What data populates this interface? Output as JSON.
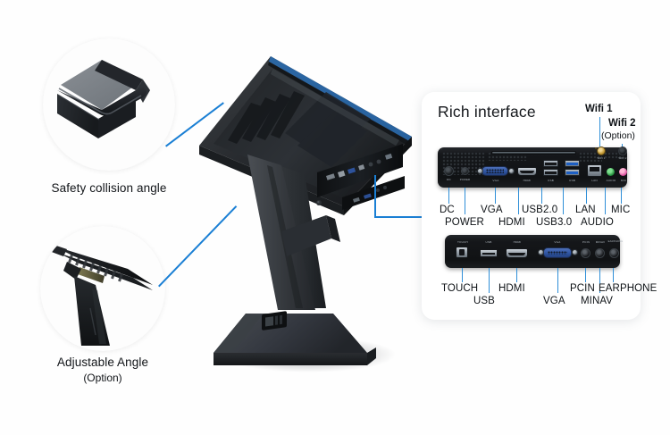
{
  "accent_color": "#1a7fd4",
  "panel_color": "#16181b",
  "callouts": [
    {
      "label": "Safety collision angle",
      "sublabel": "",
      "icon": "corner-bumper-photo"
    },
    {
      "label": "Adjustable Angle",
      "sublabel": "(Option)",
      "icon": "hinge-bracket-photo"
    }
  ],
  "interface_card": {
    "title": "Rich interface",
    "wifi": [
      {
        "label": "Wifi 1",
        "sublabel": ""
      },
      {
        "label": "Wifi 2",
        "sublabel": "(Option)"
      }
    ],
    "panels": [
      {
        "name": "main-io-panel",
        "silkscreen": [
          "DC",
          "POWER",
          "VGA",
          "HDMI",
          "USB",
          "USB",
          "LAN",
          "AUDIO",
          "MIC",
          "WIFI 1",
          "WIFI 2"
        ],
        "labels_row1": [
          "DC",
          "VGA",
          "USB2.0",
          "LAN",
          "MIC"
        ],
        "labels_row2": [
          "POWER",
          "HDMI",
          "USB3.0",
          "AUDIO"
        ],
        "ports": [
          {
            "name": "dc-in",
            "type": "barrel-jack",
            "label": "DC"
          },
          {
            "name": "power-button",
            "type": "button",
            "label": "POWER"
          },
          {
            "name": "vga-port",
            "type": "vga",
            "label": "VGA"
          },
          {
            "name": "hdmi-port",
            "type": "hdmi",
            "label": "HDMI"
          },
          {
            "name": "usb2-port-upper",
            "type": "usb-a-black",
            "label": "USB2.0"
          },
          {
            "name": "usb2-port-lower",
            "type": "usb-a-black",
            "label": "USB2.0"
          },
          {
            "name": "usb3-port-upper",
            "type": "usb-a-blue",
            "label": "USB3.0"
          },
          {
            "name": "usb3-port-lower",
            "type": "usb-a-blue",
            "label": "USB3.0"
          },
          {
            "name": "lan-port",
            "type": "rj45",
            "label": "LAN"
          },
          {
            "name": "audio-out-jack",
            "type": "jack-green",
            "label": "AUDIO"
          },
          {
            "name": "mic-in-jack",
            "type": "jack-pink",
            "label": "MIC"
          },
          {
            "name": "wifi1-antenna",
            "type": "sma-connector",
            "label": "Wifi 1"
          },
          {
            "name": "wifi2-antenna-hole",
            "type": "blank-hole",
            "label": "Wifi 2"
          }
        ]
      },
      {
        "name": "secondary-io-panel",
        "silkscreen": [
          "TOUCH",
          "USB",
          "HDMI",
          "VGA",
          "PCIN",
          "MINAV",
          "EARPHONE"
        ],
        "labels_row1": [
          "TOUCH",
          "HDMI",
          "PCIN",
          "EARPHONE"
        ],
        "labels_row2": [
          "USB",
          "VGA",
          "MINAV"
        ],
        "ports": [
          {
            "name": "touch-usb-b-port",
            "type": "usb-b",
            "label": "TOUCH"
          },
          {
            "name": "usb-a-port",
            "type": "usb-a",
            "label": "USB"
          },
          {
            "name": "hdmi-port",
            "type": "hdmi",
            "label": "HDMI"
          },
          {
            "name": "vga-port",
            "type": "vga",
            "label": "VGA"
          },
          {
            "name": "pcin-jack",
            "type": "jack-black",
            "label": "PCIN"
          },
          {
            "name": "minav-jack",
            "type": "jack-black",
            "label": "MINAV"
          },
          {
            "name": "earphone-jack",
            "type": "jack-black",
            "label": "EARPHONE"
          }
        ]
      }
    ]
  },
  "product": {
    "name": "touchscreen-kiosk-terminal"
  }
}
